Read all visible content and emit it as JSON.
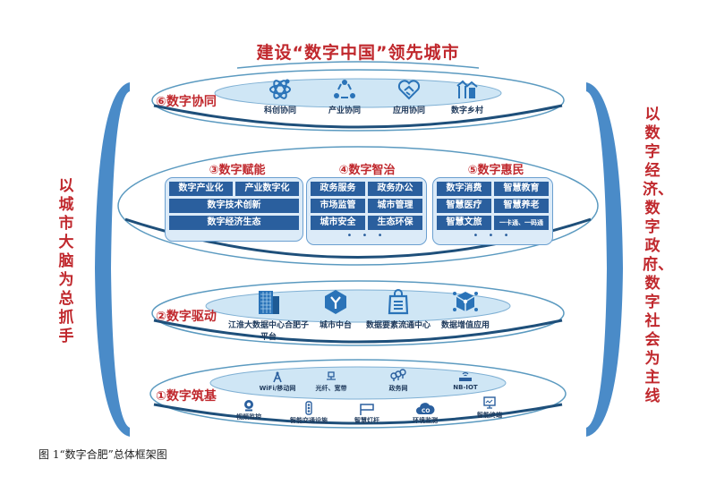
{
  "title": "建设“数字中国”领先城市",
  "left_side_text": "以城市大脑为总抓手",
  "right_side_text": "以数字经济、数字政府、数字社会为主线",
  "layers": {
    "collaboration": {
      "label": "⑥数字协同",
      "items": [
        {
          "icon": "atom-icon",
          "label": "科创协同"
        },
        {
          "icon": "share-nodes-icon",
          "label": "产业协同"
        },
        {
          "icon": "heart-handshake-icon",
          "label": "应用协同"
        },
        {
          "icon": "village-house-icon",
          "label": "数字乡村"
        }
      ]
    },
    "empowerment": {
      "label": "③数字赋能",
      "row1": [
        "数字产业化",
        "产业数字化"
      ],
      "rows": [
        "数字技术创新",
        "数字经济生态"
      ]
    },
    "governance": {
      "label": "④数字智治",
      "cells": [
        "政务服务",
        "政务办公",
        "市场监管",
        "城市管理",
        "城市安全",
        "生态环保"
      ],
      "more": "• • •"
    },
    "livelihood": {
      "label": "⑤数字惠民",
      "cells": [
        "数字消费",
        "智慧教育",
        "智慧医疗",
        "智慧养老",
        "智慧文旅",
        "一卡通、一码通"
      ],
      "more": "• • •"
    },
    "driving": {
      "label": "②数字驱动",
      "items": [
        {
          "icon": "data-center-building-icon",
          "label": "江淮大数据中心合肥子平台"
        },
        {
          "icon": "hexagon-y-icon",
          "label": "城市中台"
        },
        {
          "icon": "shopping-bag-list-icon",
          "label": "数据要素流通中心"
        },
        {
          "icon": "cube-network-icon",
          "label": "数据增值应用"
        }
      ]
    },
    "foundation": {
      "label": "①数字筑基",
      "inner_items": [
        {
          "icon": "signal-tower-icon",
          "label": "WiFi/移动网"
        },
        {
          "icon": "fiber-network-icon",
          "label": "光纤、宽带"
        },
        {
          "icon": "location-pins-icon",
          "label": "政务网"
        },
        {
          "icon": "router-icon",
          "label": "NB-IOT"
        }
      ],
      "outer_items": [
        {
          "icon": "camera-icon",
          "label": "视频监控"
        },
        {
          "icon": "traffic-light-icon",
          "label": "智能交通设施"
        },
        {
          "icon": "street-lamp-icon",
          "label": "智慧灯杆"
        },
        {
          "icon": "co2-cloud-icon",
          "label": "环境监测"
        },
        {
          "icon": "terminal-screen-icon",
          "label": "智能终端"
        }
      ]
    }
  },
  "caption": "图 1“数字合肥”总体框架图",
  "colors": {
    "accent_red": "#c0282d",
    "brace_blue": "#4a8bc8",
    "cell_blue": "#2a5f9e",
    "ellipse_fill": "#cfe6f5"
  }
}
